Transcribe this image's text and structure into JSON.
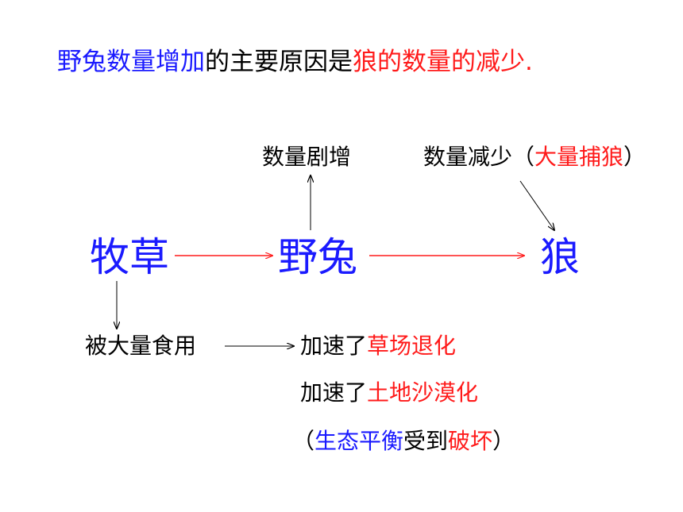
{
  "title": {
    "part1": "野兔数量增加",
    "part2": "的主要原因是",
    "part3": "狼的数量的减少",
    "part4": "."
  },
  "upper": {
    "rabbit_note": "数量剧增",
    "wolf_note_prefix": "数量减少（",
    "wolf_note_red": "大量捕狼",
    "wolf_note_suffix": "）"
  },
  "chain": {
    "grass": "牧草",
    "rabbit": "野兔",
    "wolf": "狼"
  },
  "lower": {
    "eaten": "被大量食用",
    "effect1_prefix": "加速了",
    "effect1_red": "草场退化",
    "effect2_prefix": "加速了",
    "effect2_red": "土地沙漠化",
    "balance_open": "（",
    "balance_blue": "生态平衡",
    "balance_mid": "受到",
    "balance_red": "破坏",
    "balance_close": "）"
  },
  "colors": {
    "blue": "#1a1aff",
    "red": "#ff1a1a",
    "black": "#000000"
  }
}
